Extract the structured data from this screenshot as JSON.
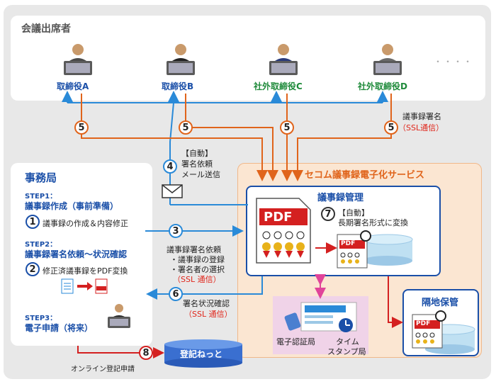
{
  "attendees": {
    "title": "会議出席者",
    "members": [
      {
        "label": "取締役A",
        "kind": "internal"
      },
      {
        "label": "取締役B",
        "kind": "internal"
      },
      {
        "label": "社外取締役C",
        "kind": "external"
      },
      {
        "label": "社外取締役D",
        "kind": "external"
      }
    ],
    "more": "・・・・"
  },
  "signature_note": {
    "label": "議事録署名",
    "ssl": "（SSL通信）"
  },
  "auto_mail": {
    "line1": "【自動】",
    "line2": "署名依頼",
    "line3": "メール送信"
  },
  "office": {
    "title": "事務局",
    "step1": {
      "label": "STEP1：",
      "title": "議事録作成（事前準備）",
      "item": "議事録の作成＆内容修正"
    },
    "step2": {
      "label": "STEP2：",
      "title": "議事録署名依頼〜状況確認",
      "item": "修正済議事録をPDF変換"
    },
    "step3": {
      "label": "STEP3：",
      "title": "電子申請（将来）"
    }
  },
  "request_note": {
    "line1": "議事録署名依頼",
    "line2": "・議事録の登録",
    "line3": "・署名者の選択",
    "ssl": "（SSL 通信）"
  },
  "status_note": {
    "line1": "署名状況確認",
    "ssl": "（SSL 通信）"
  },
  "service": {
    "title": "セコム議事録電子化サービス",
    "minutes_title": "議事録管理",
    "auto_convert": {
      "line1": "【自動】",
      "line2": "長期署名形式に変換"
    },
    "pdf_text": "PDF",
    "cert_auth": "電子認証局",
    "timestamp_line1": "タイム",
    "timestamp_line2": "スタンプ局"
  },
  "remote": {
    "title": "隔地保管"
  },
  "registry": {
    "label": "登記ねっと",
    "note": "オンライン登記申請"
  },
  "numbers": {
    "n1": "1",
    "n2": "2",
    "n3": "3",
    "n4": "4",
    "n5": "5",
    "n6": "6",
    "n7": "7",
    "n8": "8"
  },
  "colors": {
    "orange_arrow": "#e0641b",
    "blue_arrow": "#2a8ad8",
    "red_arrow": "#d42020",
    "pink_arrow": "#e0449a",
    "service_bg": "#fbe6d2",
    "panel_gray": "#e6e6e6"
  }
}
